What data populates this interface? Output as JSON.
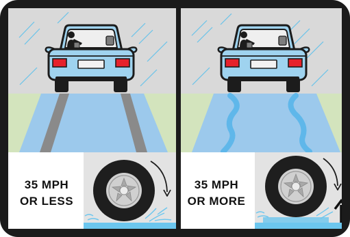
{
  "panels": [
    {
      "id": "left",
      "speed_line1": "35 MPH",
      "speed_line2": "OR LESS",
      "road_marks": "straight tire tracks",
      "tire_contact": "tire touching pavement"
    },
    {
      "id": "right",
      "speed_line1": "35 MPH",
      "speed_line2": "OR MORE",
      "road_marks": "wavy water streaks",
      "tire_contact": "tire lifted on water"
    }
  ],
  "colors": {
    "frame": "#1b1b1b",
    "sky": "#d9d9d9",
    "rain": "#67c3ea",
    "grass": "#d3e4bd",
    "road_water": "#9cc9ec",
    "tracks": "#8a8a8a",
    "car_body": "#9fd3ef",
    "car_outline": "#1c1c1c",
    "tail_light": "#e6222b",
    "tire_box": "#e3e3e3",
    "tire": "#1e1e1e",
    "hub": "#d0d0d0",
    "water": "#6cc6ee",
    "arrow": "#111111"
  },
  "icons": [
    "car-icon",
    "tire-icon",
    "rotation-arrow-icon",
    "lift-arrow-icon",
    "rain-streak-icon",
    "water-splash-icon"
  ]
}
